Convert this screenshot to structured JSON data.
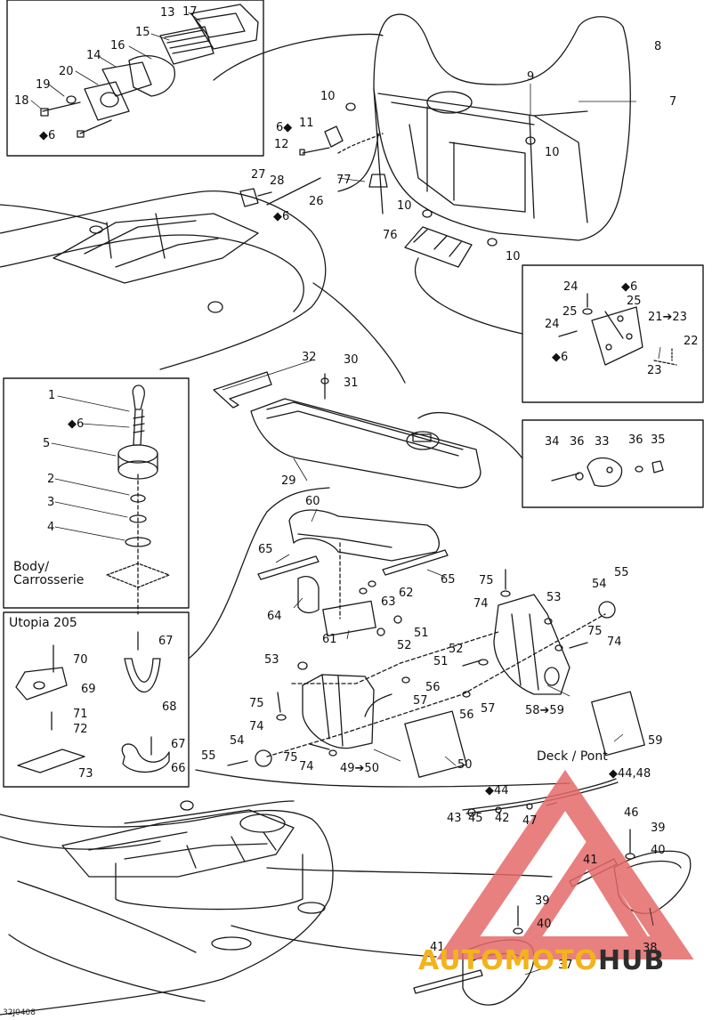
{
  "diagram": {
    "drawing_code": "32J0408",
    "section_labels": {
      "body": "Body/\nCarrosserie",
      "utopia": "Utopia 205",
      "deck": "Deck / Pont"
    },
    "watermark": {
      "part1": "AUTOMOTO",
      "part2": "HUB",
      "accent_color": "#f2b31c",
      "triangle_color": "#e46a6a"
    },
    "labels": [
      {
        "id": "l1",
        "text": "1"
      },
      {
        "id": "l2",
        "text": "2"
      },
      {
        "id": "l3",
        "text": "3"
      },
      {
        "id": "l4",
        "text": "4"
      },
      {
        "id": "l5",
        "text": "5"
      },
      {
        "id": "l6a",
        "text": "◆6"
      },
      {
        "id": "l6b",
        "text": "◆6"
      },
      {
        "id": "l6c",
        "text": "6◆"
      },
      {
        "id": "l6d",
        "text": "◆6"
      },
      {
        "id": "l6e",
        "text": "◆6"
      },
      {
        "id": "l6f",
        "text": "◆6"
      },
      {
        "id": "l7",
        "text": "7"
      },
      {
        "id": "l8",
        "text": "8"
      },
      {
        "id": "l9",
        "text": "9"
      },
      {
        "id": "l10a",
        "text": "10"
      },
      {
        "id": "l10b",
        "text": "10"
      },
      {
        "id": "l10c",
        "text": "10"
      },
      {
        "id": "l10d",
        "text": "10"
      },
      {
        "id": "l11",
        "text": "11"
      },
      {
        "id": "l12",
        "text": "12"
      },
      {
        "id": "l13",
        "text": "13"
      },
      {
        "id": "l14",
        "text": "14"
      },
      {
        "id": "l15",
        "text": "15"
      },
      {
        "id": "l16",
        "text": "16"
      },
      {
        "id": "l17",
        "text": "17"
      },
      {
        "id": "l18",
        "text": "18"
      },
      {
        "id": "l19",
        "text": "19"
      },
      {
        "id": "l20",
        "text": "20"
      },
      {
        "id": "l21",
        "text": "21➔23"
      },
      {
        "id": "l22",
        "text": "22"
      },
      {
        "id": "l23",
        "text": "23"
      },
      {
        "id": "l24a",
        "text": "24"
      },
      {
        "id": "l24b",
        "text": "24"
      },
      {
        "id": "l25a",
        "text": "25"
      },
      {
        "id": "l25b",
        "text": "25"
      },
      {
        "id": "l26",
        "text": "26"
      },
      {
        "id": "l27",
        "text": "27"
      },
      {
        "id": "l28",
        "text": "28"
      },
      {
        "id": "l29",
        "text": "29"
      },
      {
        "id": "l30",
        "text": "30"
      },
      {
        "id": "l31",
        "text": "31"
      },
      {
        "id": "l32",
        "text": "32"
      },
      {
        "id": "l33",
        "text": "33"
      },
      {
        "id": "l34",
        "text": "34"
      },
      {
        "id": "l35",
        "text": "35"
      },
      {
        "id": "l36a",
        "text": "36"
      },
      {
        "id": "l36b",
        "text": "36"
      },
      {
        "id": "l37",
        "text": "37"
      },
      {
        "id": "l38",
        "text": "38"
      },
      {
        "id": "l39a",
        "text": "39"
      },
      {
        "id": "l39b",
        "text": "39"
      },
      {
        "id": "l40a",
        "text": "40"
      },
      {
        "id": "l40b",
        "text": "40"
      },
      {
        "id": "l41a",
        "text": "41"
      },
      {
        "id": "l41b",
        "text": "41"
      },
      {
        "id": "l42",
        "text": "42"
      },
      {
        "id": "l43",
        "text": "43"
      },
      {
        "id": "l44a",
        "text": "◆44"
      },
      {
        "id": "l44b",
        "text": "◆44,48"
      },
      {
        "id": "l45",
        "text": "45"
      },
      {
        "id": "l46",
        "text": "46"
      },
      {
        "id": "l47",
        "text": "47"
      },
      {
        "id": "l49",
        "text": "49➔50"
      },
      {
        "id": "l50",
        "text": "50"
      },
      {
        "id": "l51a",
        "text": "51"
      },
      {
        "id": "l51b",
        "text": "51"
      },
      {
        "id": "l52a",
        "text": "52"
      },
      {
        "id": "l52b",
        "text": "52"
      },
      {
        "id": "l53a",
        "text": "53"
      },
      {
        "id": "l53b",
        "text": "53"
      },
      {
        "id": "l54a",
        "text": "54"
      },
      {
        "id": "l54b",
        "text": "54"
      },
      {
        "id": "l55a",
        "text": "55"
      },
      {
        "id": "l55b",
        "text": "55"
      },
      {
        "id": "l56a",
        "text": "56"
      },
      {
        "id": "l56b",
        "text": "56"
      },
      {
        "id": "l57a",
        "text": "57"
      },
      {
        "id": "l57b",
        "text": "57"
      },
      {
        "id": "l58",
        "text": "58➔59"
      },
      {
        "id": "l59",
        "text": "59"
      },
      {
        "id": "l60",
        "text": "60"
      },
      {
        "id": "l61",
        "text": "61"
      },
      {
        "id": "l62",
        "text": "62"
      },
      {
        "id": "l63",
        "text": "63"
      },
      {
        "id": "l64",
        "text": "64"
      },
      {
        "id": "l65a",
        "text": "65"
      },
      {
        "id": "l65b",
        "text": "65"
      },
      {
        "id": "l66",
        "text": "66"
      },
      {
        "id": "l67a",
        "text": "67"
      },
      {
        "id": "l67b",
        "text": "67"
      },
      {
        "id": "l68",
        "text": "68"
      },
      {
        "id": "l69",
        "text": "69"
      },
      {
        "id": "l70",
        "text": "70"
      },
      {
        "id": "l71",
        "text": "71"
      },
      {
        "id": "l72",
        "text": "72"
      },
      {
        "id": "l73",
        "text": "73"
      },
      {
        "id": "l74a",
        "text": "74"
      },
      {
        "id": "l74b",
        "text": "74"
      },
      {
        "id": "l74c",
        "text": "74"
      },
      {
        "id": "l74d",
        "text": "74"
      },
      {
        "id": "l75a",
        "text": "75"
      },
      {
        "id": "l75b",
        "text": "75"
      },
      {
        "id": "l75c",
        "text": "75"
      },
      {
        "id": "l75d",
        "text": "75"
      },
      {
        "id": "l76",
        "text": "76"
      },
      {
        "id": "l77",
        "text": "77"
      }
    ]
  }
}
